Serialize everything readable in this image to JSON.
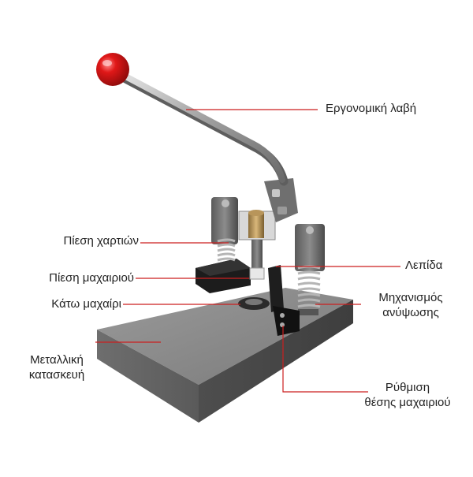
{
  "image": {
    "background": "#ffffff",
    "leader_line_color": "#cc1f1f",
    "subject": "corner-rounding-cutter",
    "handle_knob_color": "#e01818"
  },
  "labels": {
    "ergonomic_handle": "Εργονομική λαβή",
    "paper_press": "Πίεση χαρτιών",
    "blade": "Λεπίδα",
    "knife_press": "Πίεση μαχαιριού",
    "lifting_mechanism": "Μηχανισμός\nανύψωσης",
    "lower_knife": "Κάτω μαχαίρι",
    "metal_construction": "Μεταλλική\nκατασκευή",
    "knife_position_adjustment": "Ρύθμιση\nθέσης μαχαιριού"
  }
}
